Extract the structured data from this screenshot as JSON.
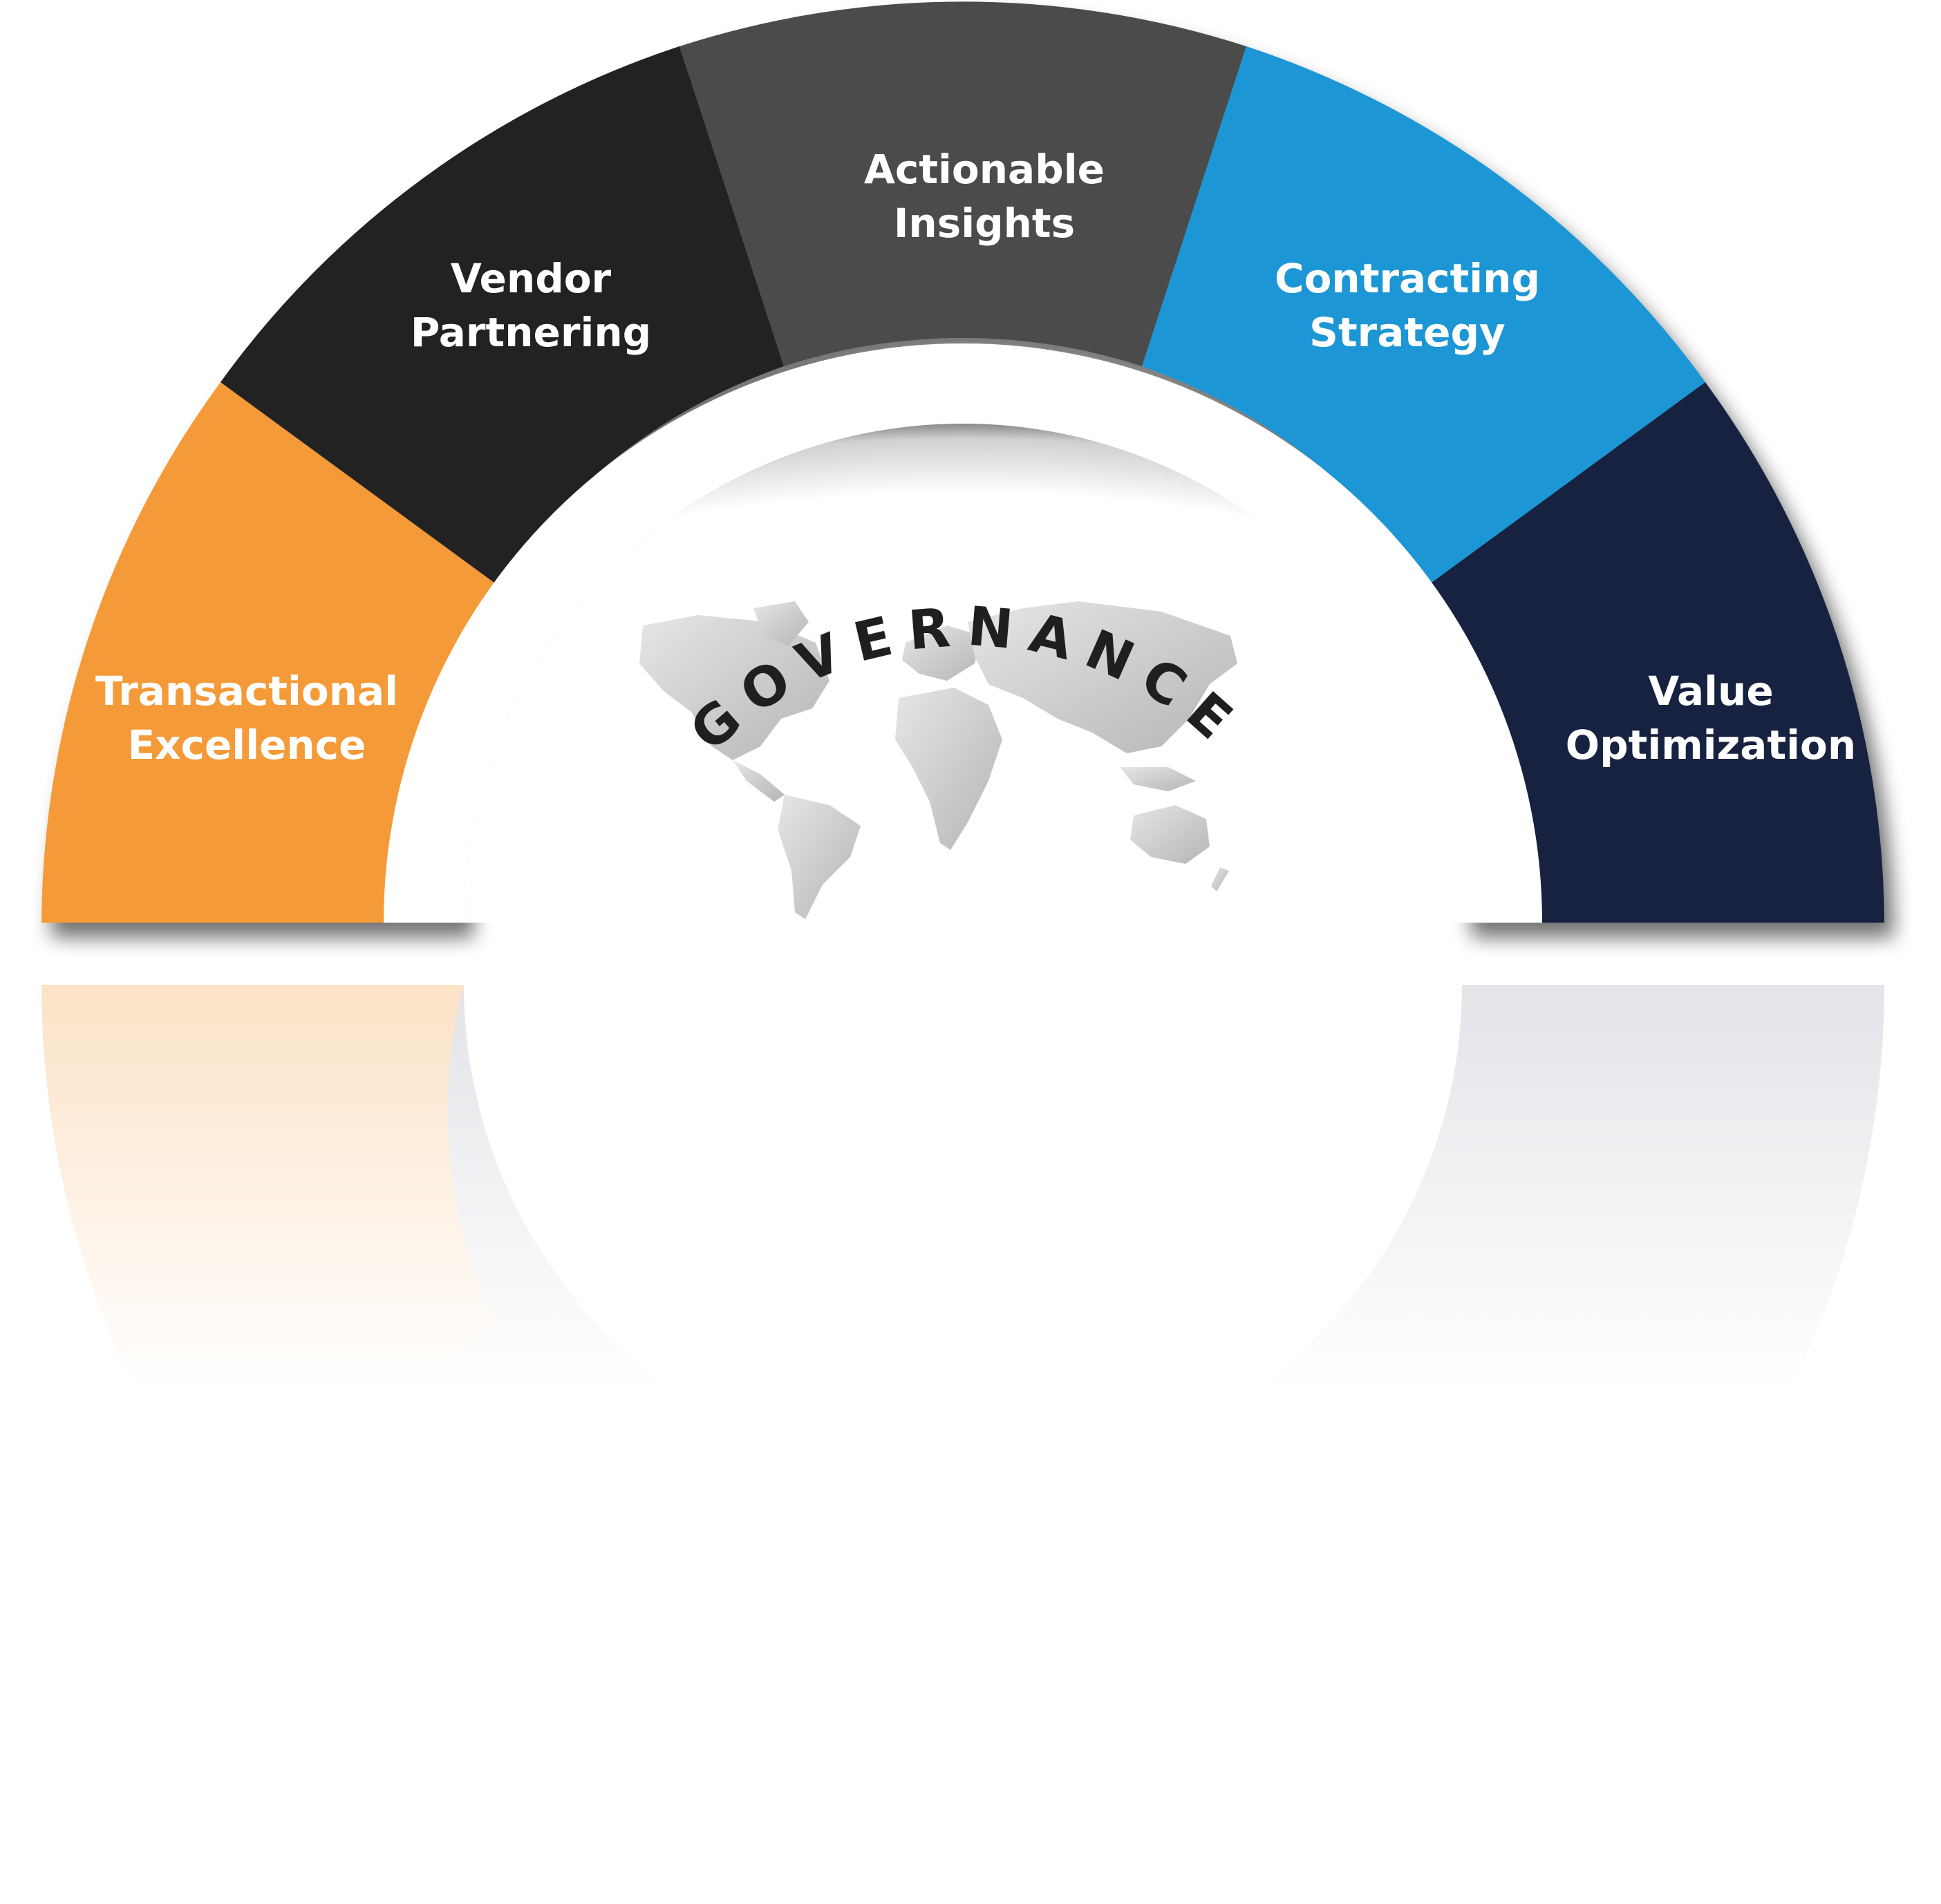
{
  "diagram": {
    "type": "semicircle-segmented-arc",
    "center_label": "GOVERNANCE",
    "center_icon": "world-map-icon",
    "segments": [
      {
        "label_line1": "Transactional",
        "label_line2": "Excellence",
        "color": "#F59A38"
      },
      {
        "label_line1": "Vendor",
        "label_line2": "Partnering",
        "color": "#222222"
      },
      {
        "label_line1": "Actionable",
        "label_line2": "Insights",
        "color": "#4B4B4B"
      },
      {
        "label_line1": "Contracting",
        "label_line2": "Strategy",
        "color": "#1C96D4"
      },
      {
        "label_line1": "Value",
        "label_line2": "Optimization",
        "color": "#14213F"
      }
    ],
    "ring_color": "#FFFFFF",
    "map_color": "#C8C8C8",
    "reflection": true
  }
}
